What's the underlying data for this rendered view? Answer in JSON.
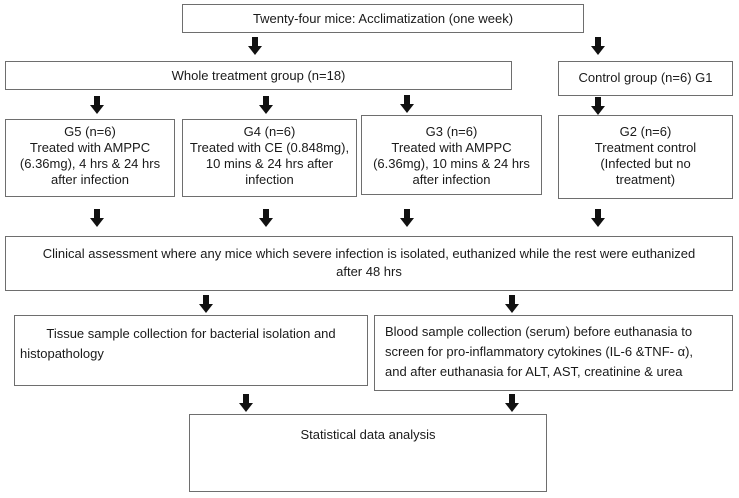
{
  "acclimatization": "Twenty-four mice: Acclimatization (one week)",
  "whole_group": "Whole treatment group (n=18)",
  "control_group": "Control group (n=6) G1",
  "g5": {
    "line1": "G5 (n=6)",
    "line2": "Treated with AMPPC",
    "line3": "(6.36mg), 4 hrs & 24 hrs",
    "line4": "after infection"
  },
  "g4": {
    "line1": "G4 (n=6)",
    "line2": "Treated with CE (0.848mg),",
    "line3": "10 mins & 24 hrs after",
    "line4": "infection"
  },
  "g3": {
    "line1": "G3 (n=6)",
    "line2": "Treated with AMPPC",
    "line3": "(6.36mg), 10 mins & 24 hrs",
    "line4": "after infection"
  },
  "g2": {
    "line1": "G2 (n=6)",
    "line2": "Treatment control",
    "line3": "(Infected but no",
    "line4": "treatment)"
  },
  "clinical": {
    "line1": "Clinical assessment where any mice which severe infection is isolated, euthanized while the rest were euthanized",
    "line2": "after 48 hrs"
  },
  "tissue": {
    "line1": "Tissue sample collection for bacterial isolation and",
    "line2": "histopathology"
  },
  "blood": {
    "line1": "Blood sample collection (serum) before euthanasia to",
    "line2": "screen for pro-inflammatory cytokines (IL-6 &TNF- α),",
    "line3": "and after euthanasia for ALT, AST, creatinine & urea"
  },
  "analysis": "Statistical data analysis"
}
